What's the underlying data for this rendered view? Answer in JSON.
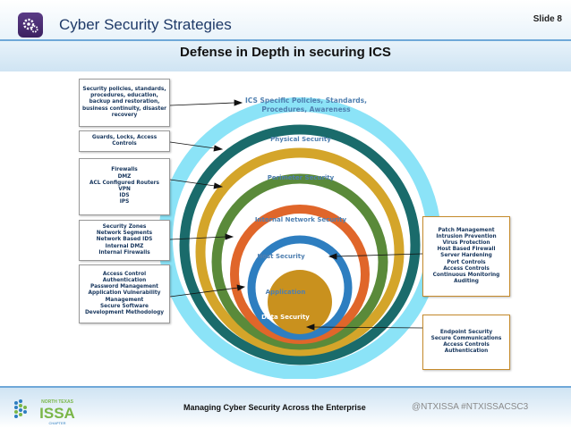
{
  "header": {
    "title": "Cyber Security Strategies",
    "slide_number": "Slide 8",
    "subtitle": "Defense in Depth in securing ICS"
  },
  "rings": [
    {
      "label_line1": "ICS Specific Policies, Standards,",
      "label_line2": "Procedures, Awareness",
      "color": "#8be3f7"
    },
    {
      "label_line1": "Physical Security",
      "color": "#1a6b6b"
    },
    {
      "label_line1": "Perimeter Security",
      "color": "#d4a52a"
    },
    {
      "label_line1": "Internal Network Security",
      "color": "#5a8a3a"
    },
    {
      "label_line1": "Host Security",
      "color": "#e0662a"
    },
    {
      "label_line1": "Application",
      "color": "#2e7ec0"
    },
    {
      "label_line1": "Data Security",
      "color": "#c9911e"
    }
  ],
  "left_boxes": [
    {
      "lines": [
        "Security policies, standards,",
        "procedures, education,",
        "backup and restoration,",
        "business continuity, disaster",
        "recovery"
      ]
    },
    {
      "lines": [
        "Guards, Locks, Access",
        "Controls"
      ]
    },
    {
      "lines": [
        "Firewalls",
        "DMZ",
        "ACL Configured Routers",
        "VPN",
        "IDS",
        "IPS"
      ]
    },
    {
      "lines": [
        "Security Zones",
        "Network Segments",
        "Network Based IDS",
        "Internal DMZ",
        "Internal Firewalls"
      ]
    },
    {
      "lines": [
        "Access Control",
        "Authentication",
        "Password Management",
        "Application Vulnerability",
        "Management",
        "Secure Software",
        "Development Methodology"
      ]
    }
  ],
  "right_boxes": [
    {
      "lines": [
        "Patch Management",
        "Intrusion Prevention",
        "Virus Protection",
        "Host Based Firewall",
        "Server Hardening",
        "Port Controls",
        "Access Controls",
        "Continuous Monitoring",
        "Auditing"
      ]
    },
    {
      "lines": [
        "Endpoint Security",
        "Secure Communications",
        "Access Controls",
        "Authentication"
      ]
    }
  ],
  "footer": {
    "center_text": "Managing Cyber Security Across the Enterprise",
    "right_text": "@NTXISSA   #NTXISSACSC3",
    "logo_top": "NORTH TEXAS",
    "logo_main": "ISSA",
    "logo_bottom": "CHAPTER"
  }
}
